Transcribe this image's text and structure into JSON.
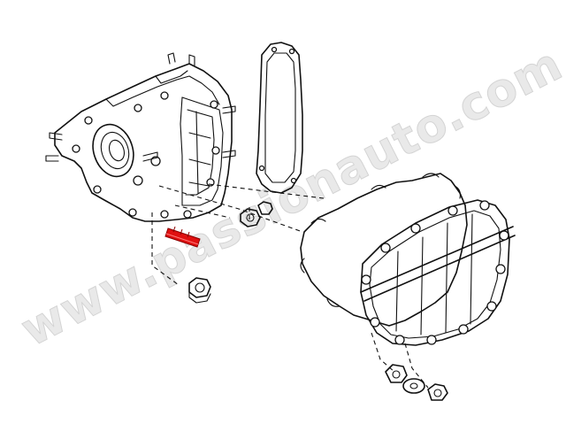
{
  "watermark": {
    "text": "www.passionauto.com"
  },
  "colors": {
    "line": "#111111",
    "highlight": "#e01010",
    "watermark_fill": "#e9e9e9"
  },
  "parts": [
    {
      "id": "crankcase-housing",
      "highlighted": false
    },
    {
      "id": "cover-gasket",
      "highlighted": false
    },
    {
      "id": "crankcase-cover-with-gasket",
      "highlighted": false
    },
    {
      "id": "stud",
      "highlighted": true
    },
    {
      "id": "stud-nut",
      "highlighted": false
    },
    {
      "id": "housing-nut",
      "highlighted": false
    },
    {
      "id": "cover-nut-washer",
      "highlighted": false
    }
  ]
}
